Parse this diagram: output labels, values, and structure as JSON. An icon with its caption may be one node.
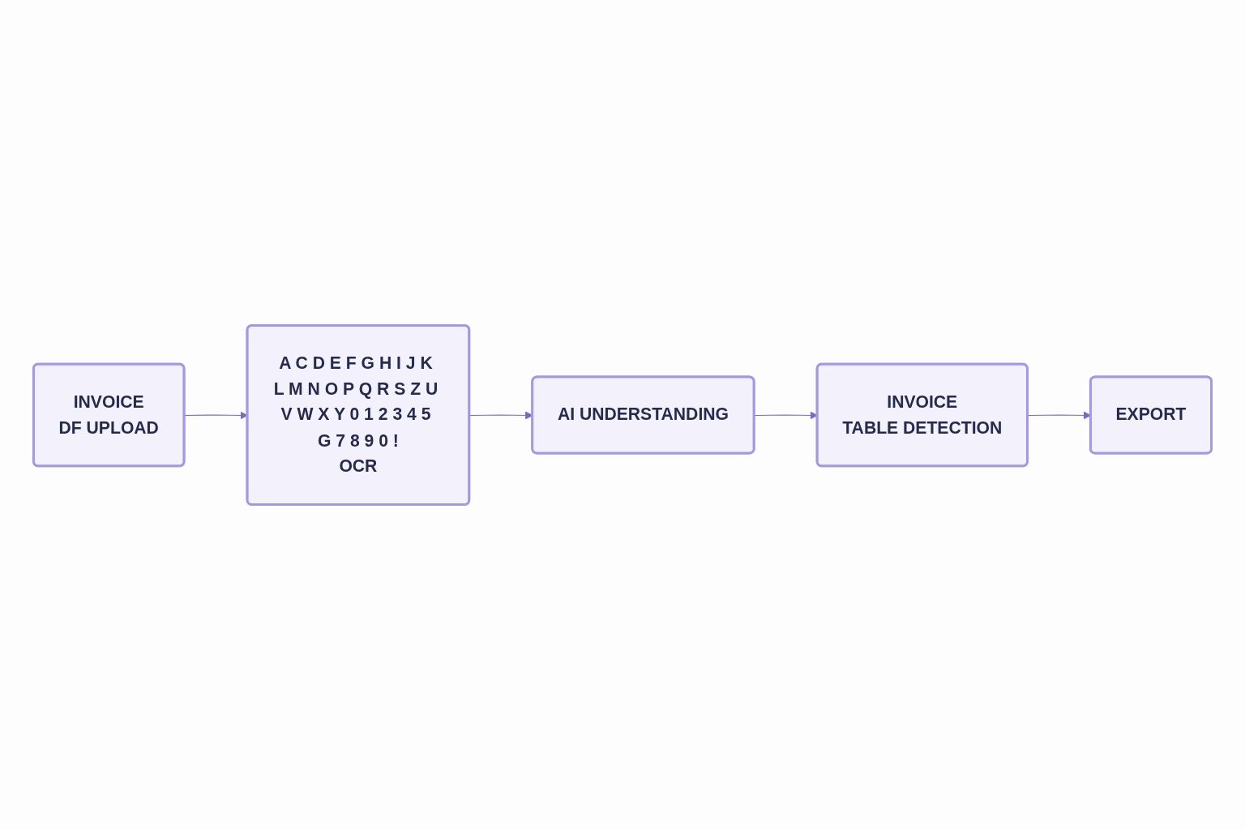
{
  "diagram": {
    "nodes": [
      {
        "text": [
          "INVOICE",
          "DF UPLOAD"
        ]
      },
      {
        "text": [
          "A C D E F G H I J K L M N O P Q R S Z U V W X Y 0 1 2 3 4 5 G 7 8 9 0 !",
          "OCR"
        ]
      },
      {
        "text": [
          "AI UNDERSTANDING"
        ]
      },
      {
        "text": [
          "INVOICE",
          "TABLE DETECTION"
        ]
      },
      {
        "text": [
          "EXPORT"
        ]
      }
    ],
    "edges": [
      {
        "from": 0,
        "to": 1,
        "arrow": "to"
      },
      {
        "from": 1,
        "to": 2,
        "arrow": "to"
      },
      {
        "from": 2,
        "to": 3,
        "arrow": "to"
      },
      {
        "from": 3,
        "to": 4,
        "arrow": "to"
      }
    ]
  }
}
